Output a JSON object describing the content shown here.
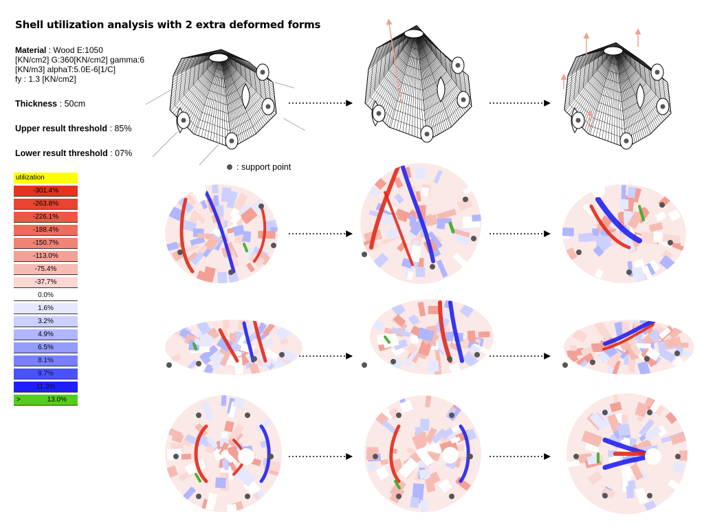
{
  "title": "Shell utilization analysis with 2 extra deformed forms",
  "material": {
    "label": "Material",
    "line1": "Wood E:1050",
    "line2": "[KN/cm2] G:360[KN/cm2] gamma:6",
    "line3": "[KN/m3] alphaT:5.0E-6[1/C]",
    "line4": "fy : 1.3 [KN/cm2]"
  },
  "thickness": {
    "label": "Thickness",
    "value": "50cm"
  },
  "upper_threshold": {
    "label": "Upper result threshold",
    "value": "85%"
  },
  "lower_threshold": {
    "label": "Lower result threshold",
    "value": "07%"
  },
  "support_note": ": support point",
  "legend": {
    "header": "utilization",
    "header_color": "#ffff00",
    "items": [
      {
        "label": "-301.4%",
        "color": "#e8321e"
      },
      {
        "label": "-263.8%",
        "color": "#ea4430"
      },
      {
        "label": "-226.1%",
        "color": "#ec5846"
      },
      {
        "label": "-188.4%",
        "color": "#ee6c5c"
      },
      {
        "label": "-150.7%",
        "color": "#f08474"
      },
      {
        "label": "-113.0%",
        "color": "#f3a096"
      },
      {
        "label": "-75.4%",
        "color": "#f6bcb4"
      },
      {
        "label": "-37.7%",
        "color": "#fad8d4"
      },
      {
        "label": "0.0%",
        "color": "#ffffff"
      },
      {
        "label": "1.6%",
        "color": "#e6e8ff"
      },
      {
        "label": "3.2%",
        "color": "#ccd0ff"
      },
      {
        "label": "4.9%",
        "color": "#b0b6ff"
      },
      {
        "label": "6.5%",
        "color": "#949cff"
      },
      {
        "label": "8.1%",
        "color": "#7880ff"
      },
      {
        "label": "9.7%",
        "color": "#4a52ff"
      },
      {
        "label": "11.3%",
        "color": "#1e1eff"
      }
    ],
    "last": {
      "prefix": ">",
      "label": "13.0%",
      "color": "#55cc22"
    }
  },
  "colors": {
    "red": "#e02a1a",
    "blue": "#2222ee",
    "green": "#3caa22",
    "support": "#555555",
    "arrow_pink": "#f0a090"
  }
}
